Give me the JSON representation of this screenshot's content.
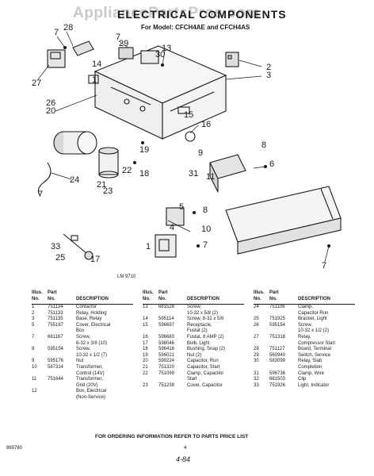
{
  "watermark": "AppliancePartsPros.com",
  "title": "ELECTRICAL COMPONENTS",
  "subtitle": "For Model: CFCH4AE and CFCH4AS",
  "diagram_ref": "LM 9710",
  "callouts": [
    "7",
    "28",
    "7",
    "29",
    "30",
    "13",
    "2",
    "3",
    "14",
    "27",
    "1",
    "26",
    "20",
    "15",
    "16",
    "8",
    "9",
    "31",
    "6",
    "19",
    "18",
    "22",
    "21",
    "23",
    "24",
    "7",
    "5",
    "4",
    "11",
    "8",
    "10",
    "7",
    "1",
    "33",
    "25",
    "17",
    "7"
  ],
  "table_headers": {
    "illus": "Illus.",
    "no": "No.",
    "part": "Part",
    "part_no": "No.",
    "description": "DESCRIPTION"
  },
  "parts_col1": [
    {
      "illus": "1",
      "part": "751134",
      "desc": "Contactor"
    },
    {
      "illus": "2",
      "part": "751133",
      "desc": "Relay, Holding"
    },
    {
      "illus": "3",
      "part": "751135",
      "desc": "Base, Relay"
    },
    {
      "illus": "5",
      "part": "755167",
      "desc": "Cover, Electrical"
    },
    {
      "illus": "",
      "part": "",
      "desc": "Box"
    },
    {
      "illus": "7",
      "part": "681167",
      "desc": "Screw,"
    },
    {
      "illus": "",
      "part": "",
      "desc": "8-32 x 3/8 (10)"
    },
    {
      "illus": "8",
      "part": "595154",
      "desc": "Screw,"
    },
    {
      "illus": "",
      "part": "",
      "desc": "10-32 x 1/2 (7)"
    },
    {
      "illus": "9",
      "part": "595176",
      "desc": "Nut"
    },
    {
      "illus": "10",
      "part": "587314",
      "desc": "Transformer,"
    },
    {
      "illus": "",
      "part": "",
      "desc": "Control (14V)"
    },
    {
      "illus": "11",
      "part": "751644",
      "desc": "Transformer,"
    },
    {
      "illus": "",
      "part": "",
      "desc": "Grid (20V)"
    },
    {
      "illus": "12",
      "part": "",
      "desc": "Box, Electrical"
    },
    {
      "illus": "",
      "part": "",
      "desc": "(Non-Service)"
    }
  ],
  "parts_col2": [
    {
      "illus": "13",
      "part": "681528",
      "desc": "Screw,"
    },
    {
      "illus": "",
      "part": "",
      "desc": "10-32 x 5/8 (2)"
    },
    {
      "illus": "14",
      "part": "595114",
      "desc": "Screw, 8-32 x 5/8"
    },
    {
      "illus": "15",
      "part": "596697",
      "desc": "Receptacle,"
    },
    {
      "illus": "",
      "part": "",
      "desc": "Fustat (2)"
    },
    {
      "illus": "16",
      "part": "596683",
      "desc": "Fustat, 8 AMP (2)"
    },
    {
      "illus": "17",
      "part": "598046",
      "desc": "Bulb, Light"
    },
    {
      "illus": "18",
      "part": "596416",
      "desc": "Bushing, Snap (2)"
    },
    {
      "illus": "19",
      "part": "596021",
      "desc": "Nut (2)"
    },
    {
      "illus": "20",
      "part": "599224",
      "desc": "Capacitor, Run"
    },
    {
      "illus": "21",
      "part": "751320",
      "desc": "Capacitor, Start"
    },
    {
      "illus": "22",
      "part": "751099",
      "desc": "Clamp, Capacitor"
    },
    {
      "illus": "",
      "part": "",
      "desc": "Start"
    },
    {
      "illus": "23",
      "part": "751239",
      "desc": "Cover, Capacitor"
    }
  ],
  "parts_col3": [
    {
      "illus": "24",
      "part": "751106",
      "desc": "Clamp,"
    },
    {
      "illus": "",
      "part": "",
      "desc": "Capacitor Run"
    },
    {
      "illus": "25",
      "part": "751925",
      "desc": "Bracket, Light"
    },
    {
      "illus": "26",
      "part": "595154",
      "desc": "Screw,"
    },
    {
      "illus": "",
      "part": "",
      "desc": "10-32 x 1/2 (2)"
    },
    {
      "illus": "27",
      "part": "751318",
      "desc": "Relay,"
    },
    {
      "illus": "",
      "part": "",
      "desc": "Compressor Start"
    },
    {
      "illus": "28",
      "part": "751127",
      "desc": "Board, Terminal"
    },
    {
      "illus": "29",
      "part": "560940",
      "desc": "Switch, Service"
    },
    {
      "illus": "30",
      "part": "583099",
      "desc": "Relay, Slab"
    },
    {
      "illus": "",
      "part": "",
      "desc": "Completion"
    },
    {
      "illus": "31",
      "part": "596736",
      "desc": "Clamp, Wire"
    },
    {
      "illus": "32",
      "part": "681503",
      "desc": "Clip"
    },
    {
      "illus": "33",
      "part": "751926",
      "desc": "Light, Indicator"
    }
  ],
  "footer": "FOR ORDERING INFORMATION REFER TO PARTS PRICE LIST",
  "doc_number": "869780",
  "page_number": "4",
  "signature": "4-84"
}
